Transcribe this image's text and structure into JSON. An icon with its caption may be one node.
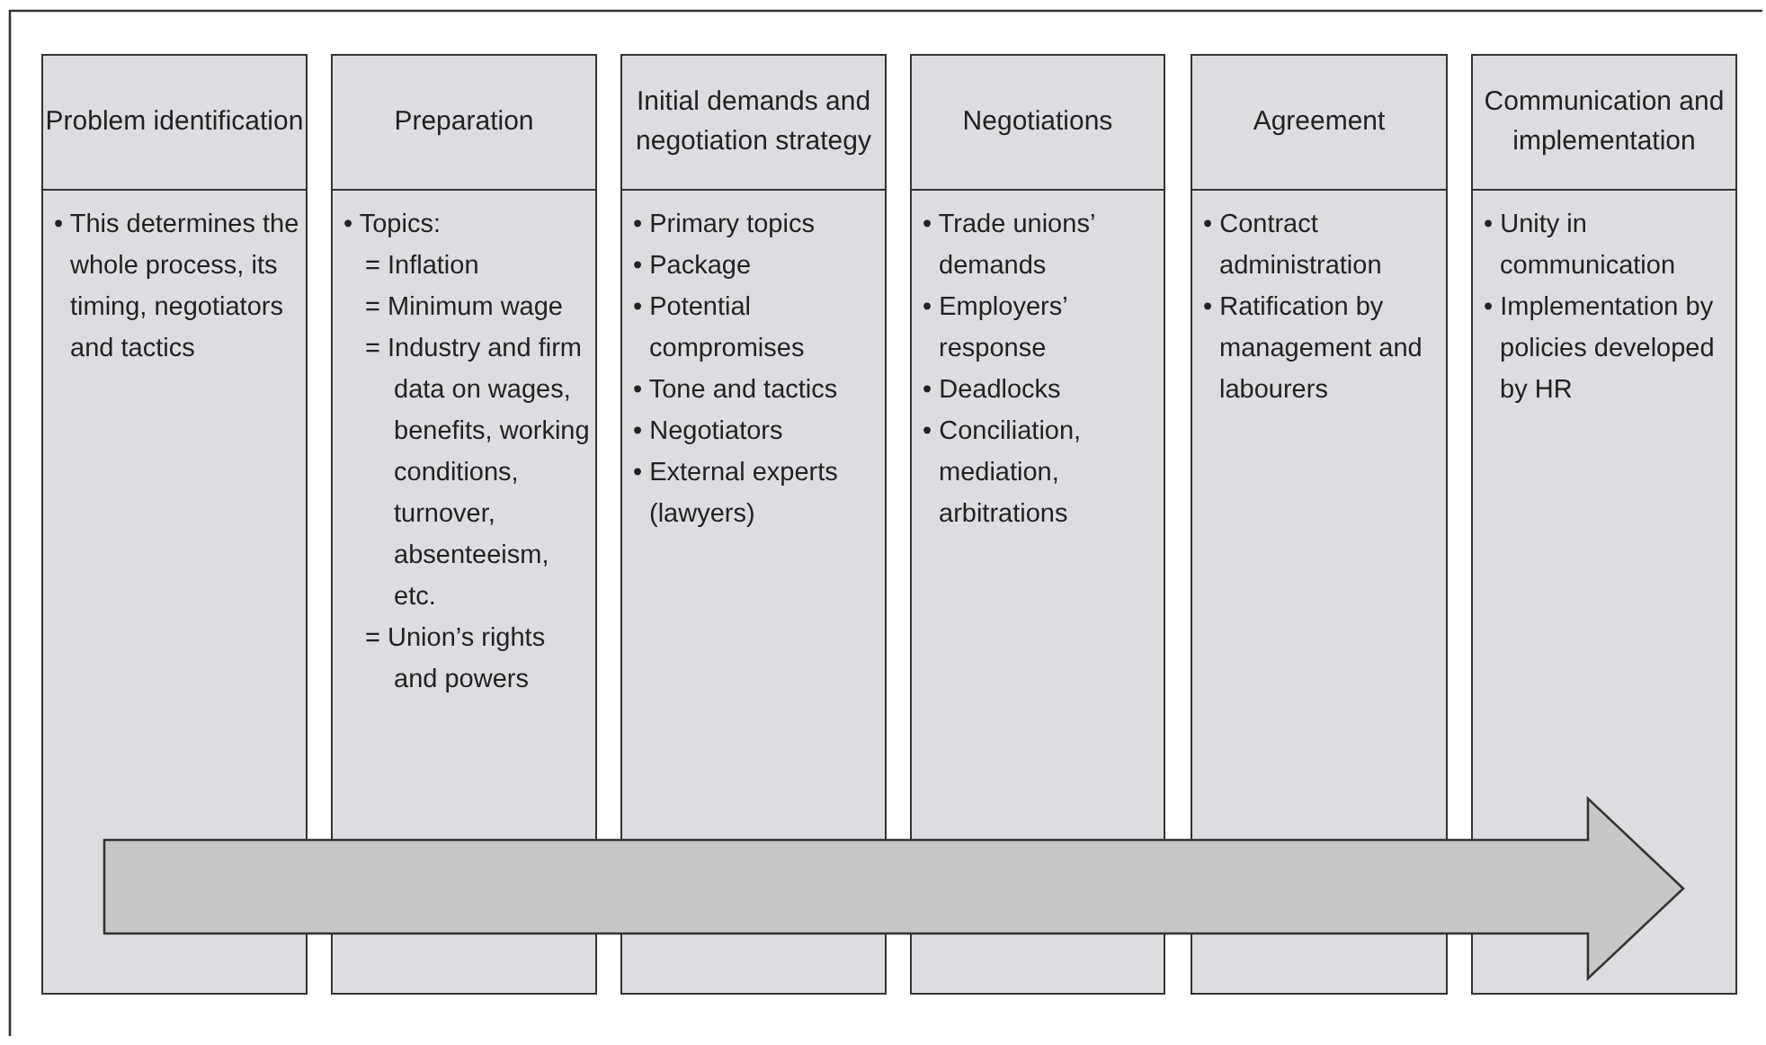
{
  "diagram": {
    "nodes": [
      {
        "text": [
          "Problem identification",
          "• This determines the whole process, its timing, negotiators and tactics"
        ]
      },
      {
        "text": [
          "Preparation",
          "• Topics:",
          "= Inflation",
          "= Minimum wage",
          "= Industry and firm data on wages, benefits, working conditions, turnover, absenteeism, etc.",
          "= Union’s rights and powers"
        ]
      },
      {
        "text": [
          "Initial demands and negotiation strategy",
          "• Primary topics",
          "• Package",
          "• Potential compromises",
          "• Tone and tactics",
          "• Negotiators",
          "• External experts (lawyers)"
        ]
      },
      {
        "text": [
          "Negotiations",
          "• Trade unions’ demands",
          "• Employers’ response",
          "• Deadlocks",
          "• Conciliation, mediation, arbitrations"
        ]
      },
      {
        "text": [
          "Agreement",
          "• Contract administration",
          "• Ratification by management and labourers"
        ]
      },
      {
        "text": [
          "Communication and implementation",
          "• Unity in communication",
          "• Implementation by policies developed by HR"
        ]
      }
    ],
    "edges": []
  }
}
